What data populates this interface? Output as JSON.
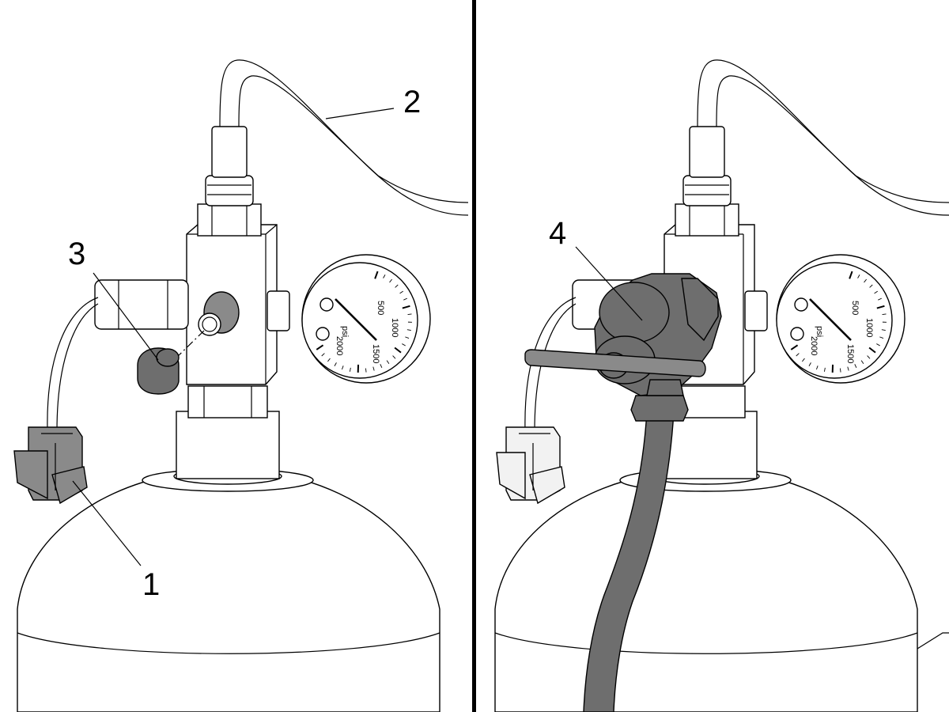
{
  "callouts": {
    "sensor_connector": "1",
    "tubing": "2",
    "cap": "3",
    "coupler": "4"
  },
  "left_gauge": {
    "unit": "psi",
    "ticks": [
      "500",
      "1000",
      "1500",
      "2000"
    ]
  },
  "right_gauge": {
    "unit": "psi",
    "ticks": [
      "500",
      "1000",
      "1500",
      "2000"
    ]
  },
  "colors": {
    "line": "#000000",
    "dark_part": "#6e6e6e",
    "mid_part": "#8a8a8a"
  }
}
